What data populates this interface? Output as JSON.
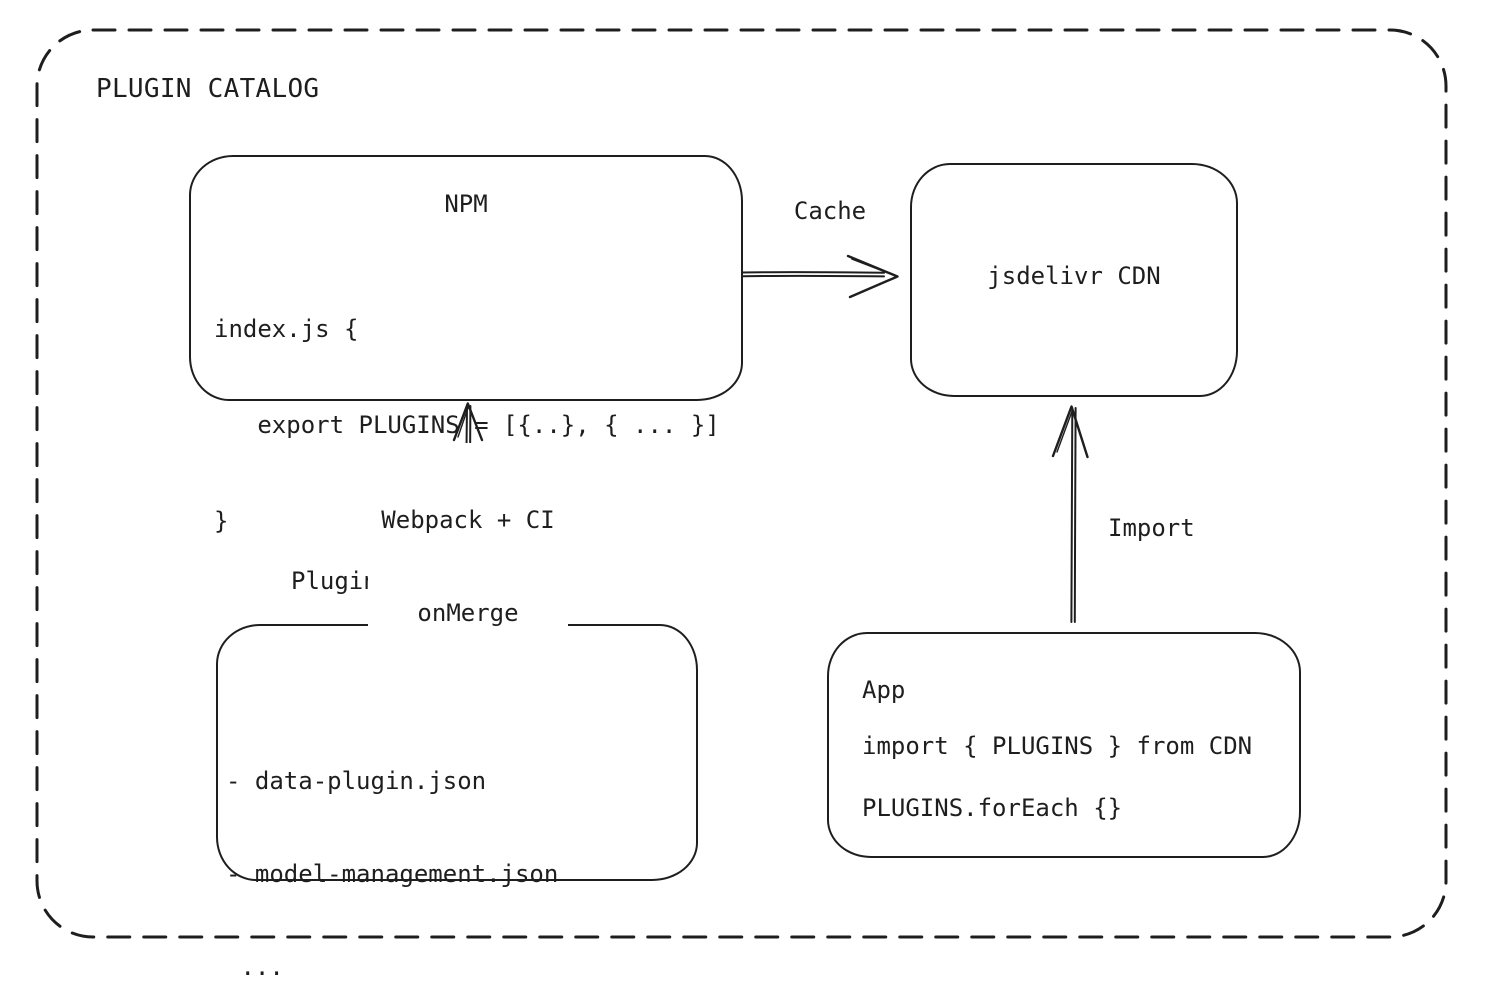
{
  "diagram": {
    "title": "PLUGIN CATALOG",
    "colors": {
      "stroke": "#1e1e1e",
      "background": "#ffffff"
    },
    "nodes": {
      "npm": {
        "title": "NPM",
        "code": [
          "index.js {",
          "   export PLUGINS = [{..}, { ... }]",
          "}"
        ]
      },
      "cdn": {
        "title": "jsdelivr CDN"
      },
      "repo": {
        "label": "Plugin Catalog Repo",
        "items": [
          "- data-plugin.json",
          "- model-management.json",
          " ..."
        ]
      },
      "app": {
        "title": "App",
        "code": [
          "import { PLUGINS } from CDN",
          "PLUGINS.forEach {}"
        ]
      }
    },
    "edges": {
      "cache": {
        "label": "Cache",
        "from": "npm",
        "to": "cdn",
        "direction": "right"
      },
      "merge": {
        "label_lines": [
          "Webpack + CI",
          "onMerge"
        ],
        "from": "repo",
        "to": "npm",
        "direction": "up"
      },
      "import": {
        "label": "Import",
        "from": "app",
        "to": "cdn",
        "direction": "up"
      }
    }
  }
}
